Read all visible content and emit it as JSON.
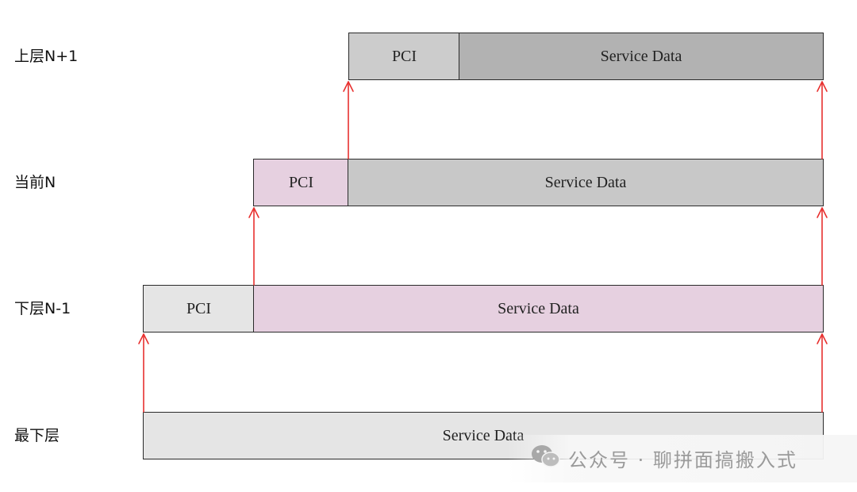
{
  "layers": [
    {
      "label": "上层N+1",
      "pci": "PCI",
      "data": "Service Data"
    },
    {
      "label": "当前N",
      "pci": "PCI",
      "data": "Service Data"
    },
    {
      "label": "下层N-1",
      "pci": "PCI",
      "data": "Service Data"
    },
    {
      "label": "最下层",
      "data": "Service Data"
    }
  ],
  "colors": {
    "top_pci": "#cccccc",
    "top_data": "#b2b2b2",
    "current_pci": "#e6d0e0",
    "current_data": "#c8c8c8",
    "lower_pci": "#e5e5e5",
    "lower_data": "#e6d0e0",
    "bottom_data": "#e5e5e5",
    "arrow": "#e8302f"
  },
  "watermark": {
    "text": "公众号 · 聊拼面搞搬入式",
    "icon": "wechat-icon"
  }
}
